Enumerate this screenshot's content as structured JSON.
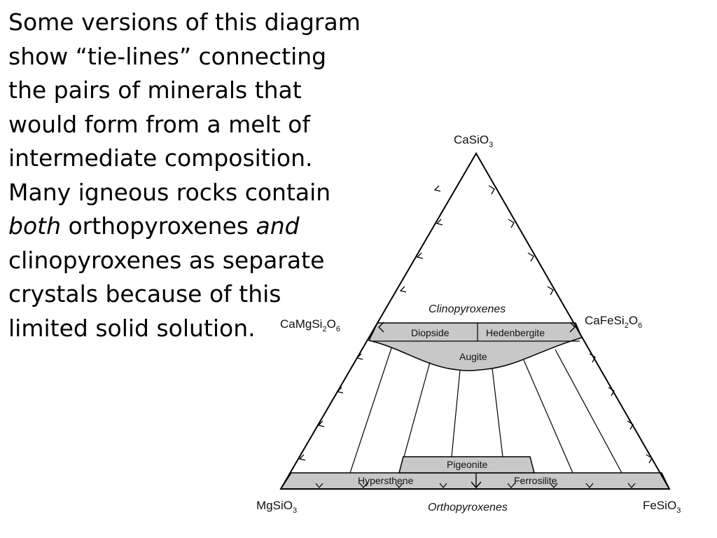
{
  "text_block": {
    "line1": "Some versions of this diagram",
    "line2": "show “tie-lines” connecting",
    "line3": "the pairs of minerals that",
    "line4": "would form from a melt of",
    "line5": "intermediate composition.",
    "line6": "Many igneous rocks contain",
    "line7_em1": "both",
    "line7_mid": " orthopyroxenes ",
    "line7_em2": "and",
    "line8": "clinopyroxenes as separate",
    "line9": "crystals because of this",
    "line10": "limited solid solution."
  },
  "diagram": {
    "apex_top": {
      "main": "CaSiO",
      "sub": "3"
    },
    "vertex_left": {
      "main": "MgSiO",
      "sub": "3"
    },
    "vertex_right": {
      "main": "FeSiO",
      "sub": "3"
    },
    "edge_left": {
      "a": "CaMgSi",
      "s1": "2",
      "b": "O",
      "s2": "6"
    },
    "edge_right": {
      "a": "CaFeSi",
      "s1": "2",
      "b": "O",
      "s2": "6"
    },
    "clino_title": "Clinopyroxenes",
    "ortho_title": "Orthopyroxenes",
    "fields": {
      "diopside": "Diopside",
      "hedenbergite": "Hedenbergite",
      "augite": "Augite",
      "pigeonite": "Pigeonite",
      "hypersthene": "Hypersthene",
      "ferrosilite": "Ferrosilite"
    },
    "colors": {
      "field_fill": "#c8c8c8",
      "outline": "#000000"
    }
  }
}
